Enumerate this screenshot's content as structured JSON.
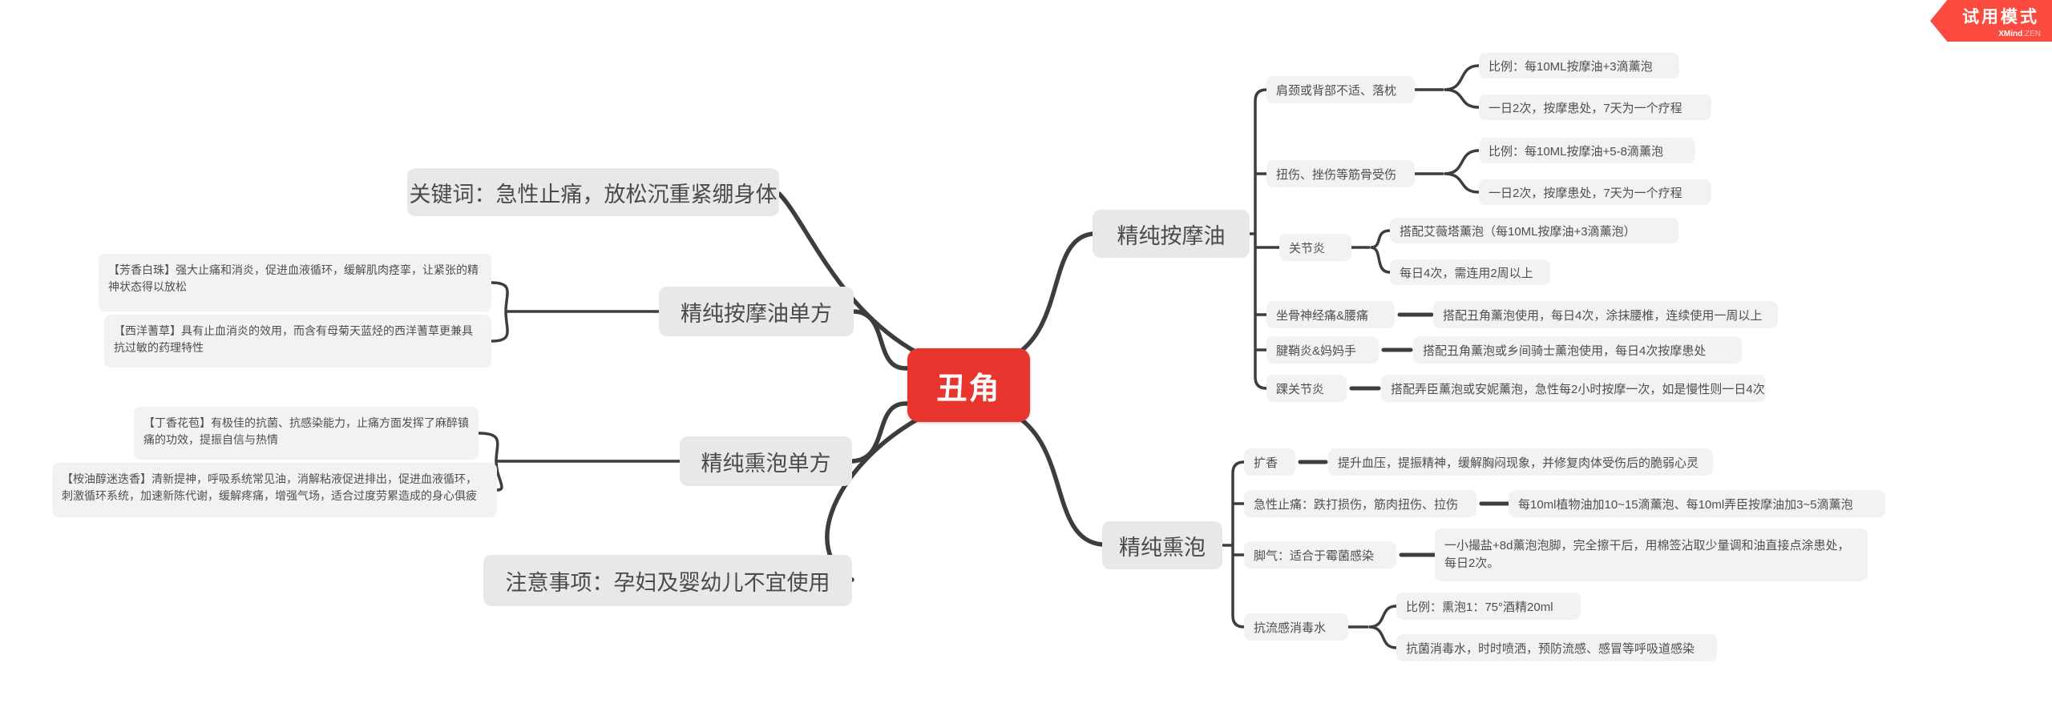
{
  "badge": {
    "title": "试用模式",
    "brand": "XMind",
    "brand_suffix": ":ZEN"
  },
  "root": {
    "label": "丑角"
  },
  "colors": {
    "root_bg": "#e8362e",
    "badge_bg": "#fb4a40",
    "topic_bg": "#e8e8e8",
    "leaf_bg": "#f2f2f2",
    "line": "#3d3d3d"
  },
  "left": {
    "keyword": {
      "label": "关键词：急性止痛，放松沉重紧绷身体"
    },
    "massage_formula": {
      "label": "精纯按摩油单方",
      "children": [
        "【芳香白珠】强大止痛和消炎，促进血液循环，缓解肌肉痉挛，让紧张的精神状态得以放松",
        "【西洋蓍草】具有止血消炎的效用，而含有母菊天蓝烃的西洋蓍草更兼具抗过敏的药理特性"
      ]
    },
    "fumigation_formula": {
      "label": "精纯熏泡单方",
      "children": [
        "【丁香花苞】有极佳的抗菌、抗感染能力，止痛方面发挥了麻醉镇痛的功效，提振自信与热情",
        "【桉油醇迷迭香】清新提神，呼吸系统常见油，消解粘液促进排出，促进血液循环，刺激循环系统，加速新陈代谢，缓解疼痛，增强气场，适合过度劳累造成的身心俱疲"
      ]
    },
    "notice": {
      "label": "注意事项：孕妇及婴幼儿不宜使用"
    }
  },
  "right": {
    "massage_oil": {
      "label": "精纯按摩油",
      "children": [
        {
          "label": "肩颈或背部不适、落枕",
          "children": [
            "比例：每10ML按摩油+3滴薰泡",
            "一日2次，按摩患处，7天为一个疗程"
          ]
        },
        {
          "label": "扭伤、挫伤等筋骨受伤",
          "children": [
            "比例：每10ML按摩油+5-8滴薰泡",
            "一日2次，按摩患处，7天为一个疗程"
          ]
        },
        {
          "label": "关节炎",
          "children": [
            "搭配艾薇塔薰泡（每10ML按摩油+3滴薰泡）",
            "每日4次，需连用2周以上"
          ]
        },
        {
          "label": "坐骨神经痛&腰痛",
          "children": [
            "搭配丑角薰泡使用，每日4次，涂抹腰椎，连续使用一周以上"
          ]
        },
        {
          "label": "腱鞘炎&妈妈手",
          "children": [
            "搭配丑角薰泡或乡间骑士薰泡使用，每日4次按摩患处"
          ]
        },
        {
          "label": "踝关节炎",
          "children": [
            "搭配弄臣薰泡或安妮薰泡，急性每2小时按摩一次，如是慢性则一日4次"
          ]
        }
      ]
    },
    "fumigation": {
      "label": "精纯熏泡",
      "children": [
        {
          "label": "扩香",
          "children": [
            "提升血压，提振精神，缓解胸闷现象，并修复肉体受伤后的脆弱心灵"
          ]
        },
        {
          "label": "急性止痛：跌打损伤，筋肉扭伤、拉伤",
          "children": [
            "每10ml植物油加10~15滴薰泡、每10ml弄臣按摩油加3~5滴薰泡"
          ]
        },
        {
          "label": "脚气：适合于霉菌感染",
          "children": [
            "一小撮盐+8d薰泡泡脚，完全擦干后，用棉签沾取少量调和油直接点涂患处，每日2次。"
          ]
        },
        {
          "label": "抗流感消毒水",
          "children": [
            "比例：熏泡1：75°酒精20ml",
            "抗菌消毒水，时时喷洒，预防流感、感冒等呼吸道感染"
          ]
        }
      ]
    }
  }
}
